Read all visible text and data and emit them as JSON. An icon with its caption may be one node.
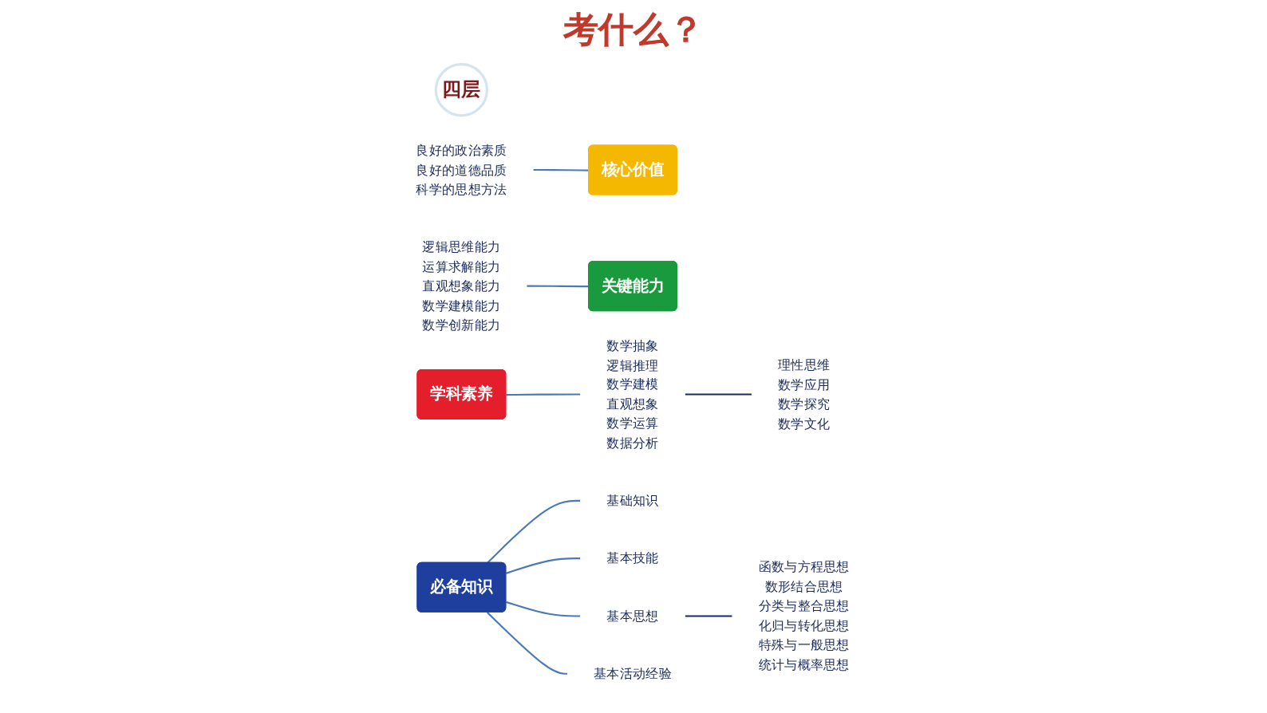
{
  "diagram": {
    "title": "考什么？",
    "nodes": [
      {
        "text": [
          "四层"
        ]
      },
      {
        "text": [
          "核心价值"
        ]
      },
      {
        "text": [
          "学科素养"
        ]
      },
      {
        "text": [
          "关键能力"
        ]
      },
      {
        "text": [
          "必备知识"
        ]
      },
      {
        "text": [
          "良好的政治素质",
          "良好的道德品质",
          "科学的思想方法"
        ]
      },
      {
        "text": [
          "数学抽象",
          "逻辑推理",
          "数学建模",
          "直观想象",
          "数学运算",
          "数据分析"
        ]
      },
      {
        "text": [
          "理性思维",
          "数学应用",
          "数学探究",
          "数学文化"
        ]
      },
      {
        "text": [
          "逻辑思维能力",
          "运算求解能力",
          "直观想象能力",
          "数学建模能力",
          "数学创新能力"
        ]
      },
      {
        "text": [
          "基础知识"
        ]
      },
      {
        "text": [
          "基本技能"
        ]
      },
      {
        "text": [
          "基本思想"
        ]
      },
      {
        "text": [
          "基本活动经验"
        ]
      },
      {
        "text": [
          "函数与方程思想",
          "数形结合思想",
          "分类与整合思想",
          "化归与转化思想",
          "特殊与一般思想",
          "统计与概率思想"
        ]
      }
    ],
    "edges": [
      {
        "from": 5,
        "to": 1,
        "arrow": "none"
      },
      {
        "from": 2,
        "to": 6,
        "arrow": "none"
      },
      {
        "from": 6,
        "to": 7,
        "arrow": "none",
        "color": "#1a2a5a"
      },
      {
        "from": 8,
        "to": 3,
        "arrow": "none"
      },
      {
        "from": 4,
        "to": 9,
        "arrow": "none"
      },
      {
        "from": 4,
        "to": 10,
        "arrow": "none"
      },
      {
        "from": 4,
        "to": 11,
        "arrow": "none"
      },
      {
        "from": 4,
        "to": 12,
        "arrow": "none"
      },
      {
        "from": 11,
        "to": 13,
        "arrow": "none",
        "color": "#1a2a5a"
      }
    ]
  }
}
